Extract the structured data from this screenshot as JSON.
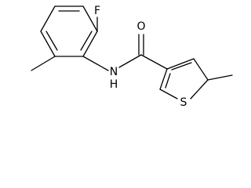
{
  "molecule": {
    "atoms": {
      "F": "F",
      "O": "O",
      "N": "N",
      "H": "H",
      "S": "S"
    }
  }
}
